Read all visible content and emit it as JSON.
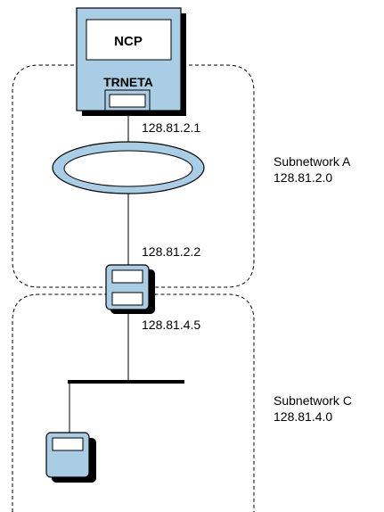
{
  "diagram": {
    "ncp_label": "NCP",
    "trneta_label": "TRNETA",
    "addresses": {
      "ncp_ring": "128.81.2.1",
      "router_ring": "128.81.2.2",
      "router_bus": "128.81.4.5"
    },
    "subnets": [
      {
        "name": "Subnetwork A",
        "address": "128.81.2.0"
      },
      {
        "name": "Subnetwork C",
        "address": "128.81.4.0"
      }
    ]
  },
  "colors": {
    "device_fill": "#a9cde4",
    "ring_fill": "#a9cde4",
    "outline": "#000000",
    "shadow": "#000000",
    "background": "#ffffff"
  }
}
